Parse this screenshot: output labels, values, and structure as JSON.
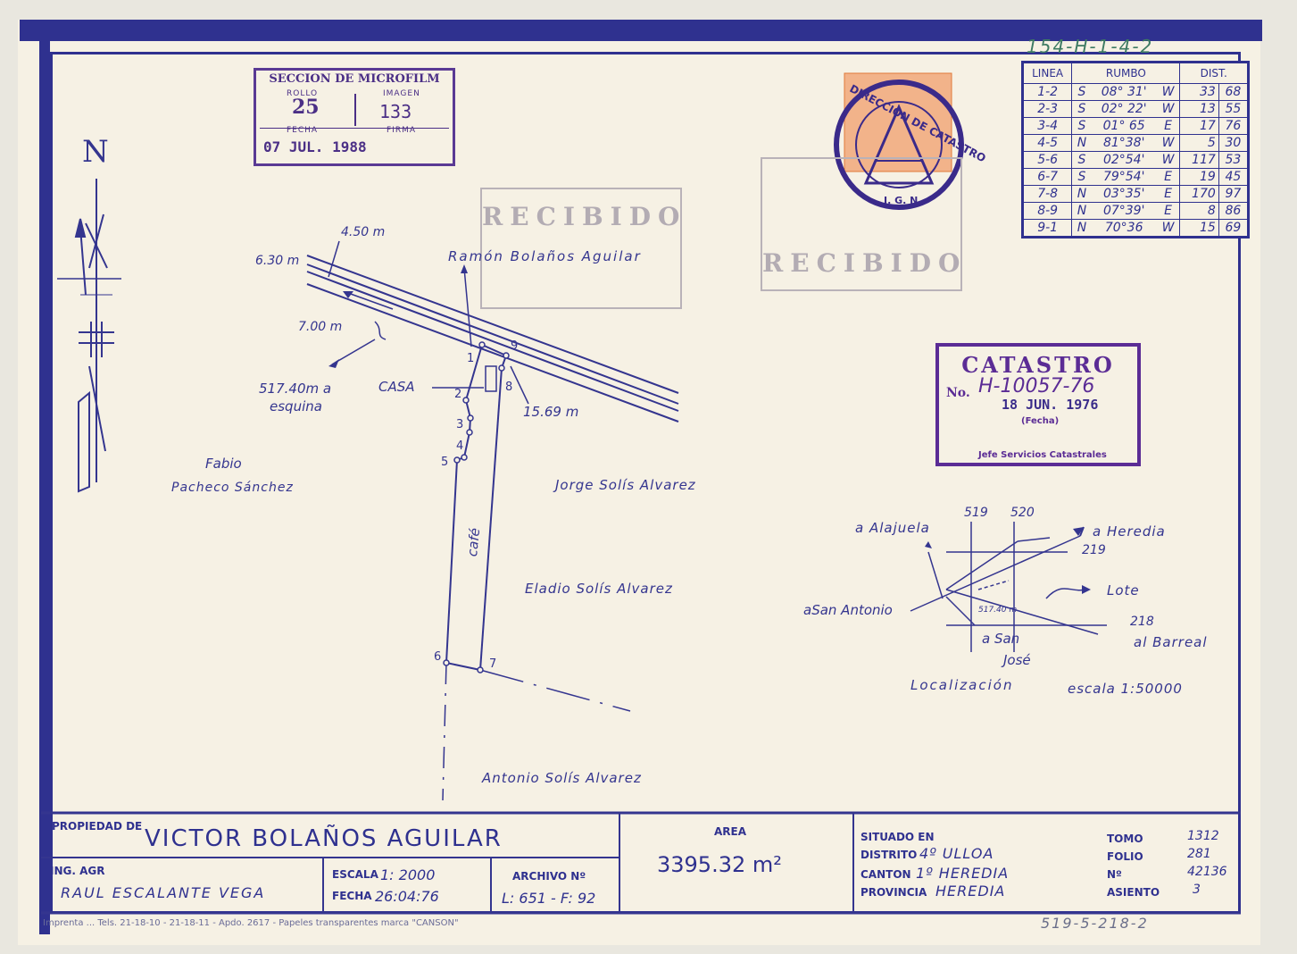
{
  "references": {
    "top_right": "154-H-1-4-2",
    "bottom_right": "519-5-218-2"
  },
  "north_label": "N",
  "microfilm_stamp": {
    "title": "SECCION DE MICROFILM",
    "rollo_label": "ROLLO",
    "rollo": "25",
    "imagen_label": "IMAGEN",
    "imagen": "133",
    "fecha_label": "FECHA",
    "fecha": "07 JUL. 1988",
    "firma_label": "FIRMA"
  },
  "catastro_stamp": {
    "title": "CATASTRO",
    "no_label": "No.",
    "number": "H-10057-76",
    "date": "18 JUN. 1976",
    "date_caption": "(Fecha)",
    "signer_title": "Jefe Servicios Catastrales"
  },
  "seal": {
    "ring_text": "DIRECCION DE CATASTRO",
    "bottom_text": "I. G. N."
  },
  "recibido_text": "RECIBIDO",
  "rumbo_table": {
    "headers": [
      "LINEA",
      "RUMBO",
      "DIST."
    ],
    "rows": [
      {
        "linea": "1-2",
        "ns": "S",
        "angle": "08° 31'",
        "ew": "W",
        "dist_m": "33",
        "dist_cm": "68"
      },
      {
        "linea": "2-3",
        "ns": "S",
        "angle": "02° 22'",
        "ew": "W",
        "dist_m": "13",
        "dist_cm": "55"
      },
      {
        "linea": "3-4",
        "ns": "S",
        "angle": "01° 65",
        "ew": "E",
        "dist_m": "17",
        "dist_cm": "76"
      },
      {
        "linea": "4-5",
        "ns": "N",
        "angle": "81°38'",
        "ew": "W",
        "dist_m": "5",
        "dist_cm": "30"
      },
      {
        "linea": "5-6",
        "ns": "S",
        "angle": "02°54'",
        "ew": "W",
        "dist_m": "117",
        "dist_cm": "53"
      },
      {
        "linea": "6-7",
        "ns": "S",
        "angle": "79°54'",
        "ew": "E",
        "dist_m": "19",
        "dist_cm": "45"
      },
      {
        "linea": "7-8",
        "ns": "N",
        "angle": "03°35'",
        "ew": "E",
        "dist_m": "170",
        "dist_cm": "97"
      },
      {
        "linea": "8-9",
        "ns": "N",
        "angle": "07°39'",
        "ew": "E",
        "dist_m": "8",
        "dist_cm": "86"
      },
      {
        "linea": "9-1",
        "ns": "N",
        "angle": "70°36",
        "ew": "W",
        "dist_m": "15",
        "dist_cm": "69"
      }
    ]
  },
  "plan": {
    "road_widths": {
      "w1": "4.50 m",
      "w2": "6.30 m",
      "w3": "7.00 m"
    },
    "distance_to_corner": [
      "517.40m a",
      "esquina"
    ],
    "casa": "CASA",
    "side_length": "15.69 m",
    "neighbors": {
      "north": "Ramón Bolaños Aguilar",
      "west_1": "Fabio",
      "west_2": "Pacheco Sánchez",
      "east_1": "Jorge Solís Alvarez",
      "east_2": "Eladio Solís Alvarez",
      "south": "Antonio Solís Alvarez"
    },
    "crop": "café",
    "vertices": [
      "1",
      "2",
      "3",
      "4",
      "5",
      "6",
      "7",
      "8",
      "9"
    ]
  },
  "location_map": {
    "label_519": "519",
    "label_520": "520",
    "label_219": "219",
    "label_218": "218",
    "a_alajuela": "a Alajuela",
    "a_heredia": "a Heredia",
    "lote": "Lote",
    "a_san_antonio": "aSan Antonio",
    "a_san_jose_1": "a San",
    "a_san_jose_2": "José",
    "al_barreal": "al Barreal",
    "dist": "517.40 m",
    "caption": "Localización",
    "scale": "escala   1:50000"
  },
  "title_block": {
    "propiedad_label": "PROPIEDAD DE",
    "owner": "VICTOR BOLAÑOS AGUILAR",
    "ing_label": "ING. AGR",
    "engineer": "RAUL ESCALANTE VEGA",
    "escala_label": "ESCALA",
    "escala": "1: 2000",
    "fecha_label": "FECHA",
    "fecha": "26:04:76",
    "archivo_label": "ARCHIVO Nº",
    "archivo": "L: 651 - F: 92",
    "area_label": "AREA",
    "area": "3395.32 m²",
    "situado_label": "SITUADO EN",
    "distrito_label": "DISTRITO",
    "distrito": "4º ULLOA",
    "canton_label": "CANTON",
    "canton": "1º HEREDIA",
    "provincia_label": "PROVINCIA",
    "provincia": "HEREDIA",
    "tomo_label": "TOMO",
    "tomo": "1312",
    "folio_label": "FOLIO",
    "folio": "281",
    "numero_label": "Nº",
    "numero": "42136",
    "asiento_label": "ASIENTO",
    "asiento": "3"
  },
  "footer_print": "Imprenta ... Tels. 21-18-10 - 21-18-11 - Apdo. 2617 - Papeles transparentes marca \"CANSON\""
}
